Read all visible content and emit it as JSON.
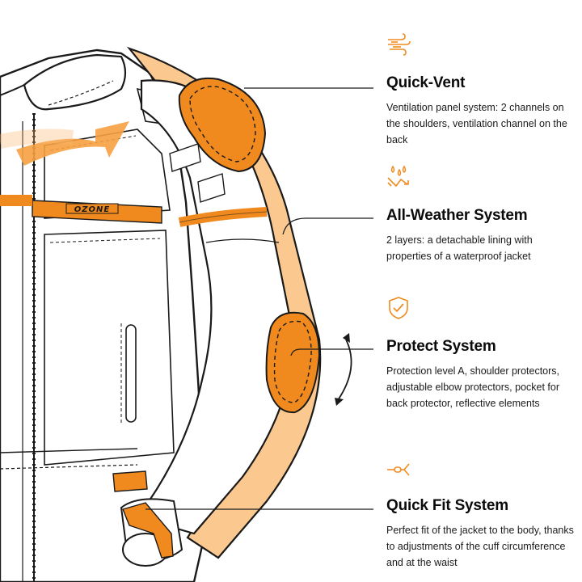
{
  "brand": {
    "logo_text": "OZONE"
  },
  "colors": {
    "accent": "#f08a1e",
    "accent_light": "#fbc98f",
    "outline": "#1a1a1a"
  },
  "features": [
    {
      "title": "Quick-Vent",
      "description": "Ventilation panel system: 2 channels on the shoulders, ventilation channel on the back",
      "icon": "wind-icon"
    },
    {
      "title": "All-Weather System",
      "description": "2 layers: a detachable lining with properties of a waterproof jacket",
      "icon": "weather-drops-icon"
    },
    {
      "title": "Protect System",
      "description": "Protection level A, shoulder protectors, adjustable elbow protectors, pocket for back protector, reflective elements",
      "icon": "shield-check-icon"
    },
    {
      "title": "Quick Fit System",
      "description": "Perfect fit of the jacket to the body, thanks to adjustments of the cuff circumference and at the waist",
      "icon": "strap-adjust-icon"
    }
  ]
}
